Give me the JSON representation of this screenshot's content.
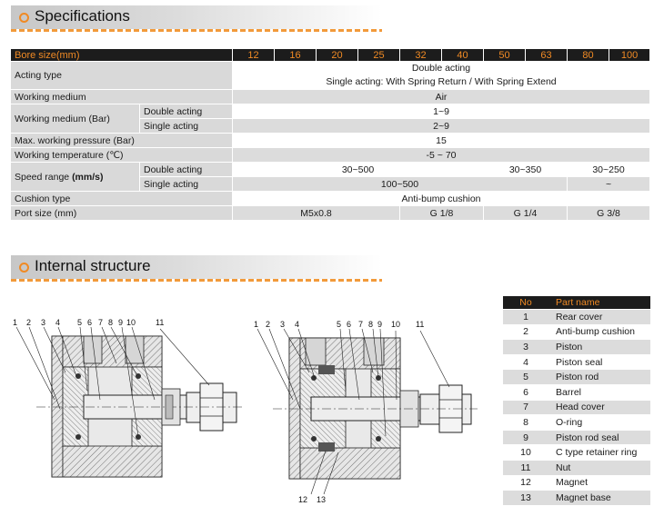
{
  "sections": {
    "specifications": "Specifications",
    "internal_structure": "Internal structure"
  },
  "spec": {
    "header_label": "Bore size(mm)",
    "bores": [
      "12",
      "16",
      "20",
      "25",
      "32",
      "40",
      "50",
      "63",
      "80",
      "100"
    ],
    "acting_type": {
      "label": "Acting type",
      "line1": "Double acting",
      "line2": "Single acting: With Spring Return / With Spring Extend"
    },
    "working_medium": {
      "label": "Working medium",
      "value": "Air"
    },
    "working_medium_bar": {
      "label": "Working medium (Bar)",
      "double_label": "Double acting",
      "double_value": "1~9",
      "single_label": "Single acting",
      "single_value": "2~9"
    },
    "max_pressure": {
      "label": "Max. working pressure (Bar)",
      "value": "15"
    },
    "temperature": {
      "label": "Working temperature (℃)",
      "value": "-5 ~ 70"
    },
    "speed_range": {
      "label": "Speed range",
      "unit": "(mm/s)",
      "double_label": "Double acting",
      "double_a": "30~500",
      "double_b": "30~350",
      "double_c": "30~250",
      "single_label": "Single acting",
      "single_a": "100~500",
      "single_b": "~"
    },
    "cushion": {
      "label": "Cushion type",
      "value": "Anti-bump cushion"
    },
    "port": {
      "label": "Port size  (mm)",
      "a": "M5x0.8",
      "b": "G 1/8",
      "c": "G 1/4",
      "d": "G 3/8"
    }
  },
  "parts": {
    "header_no": "No",
    "header_name": "Part name",
    "rows": [
      {
        "no": "1",
        "name": "Rear cover"
      },
      {
        "no": "2",
        "name": "Anti-bump cushion"
      },
      {
        "no": "3",
        "name": "Piston"
      },
      {
        "no": "4",
        "name": "Piston seal"
      },
      {
        "no": "5",
        "name": "Piston rod"
      },
      {
        "no": "6",
        "name": "Barrel"
      },
      {
        "no": "7",
        "name": "Head cover"
      },
      {
        "no": "8",
        "name": "O-ring"
      },
      {
        "no": "9",
        "name": "Piston rod seal"
      },
      {
        "no": "10",
        "name": "C type retainer ring"
      },
      {
        "no": "11",
        "name": "Nut"
      },
      {
        "no": "12",
        "name": "Magnet"
      },
      {
        "no": "13",
        "name": "Magnet base"
      }
    ]
  },
  "diagram_labels": {
    "left": [
      "1",
      "2",
      "3",
      "4",
      "5",
      "6",
      "7",
      "8",
      "9",
      "10",
      "11"
    ],
    "right": [
      "1",
      "2",
      "3",
      "4",
      "5",
      "6",
      "7",
      "8",
      "9",
      "10",
      "11",
      "12",
      "13"
    ]
  }
}
